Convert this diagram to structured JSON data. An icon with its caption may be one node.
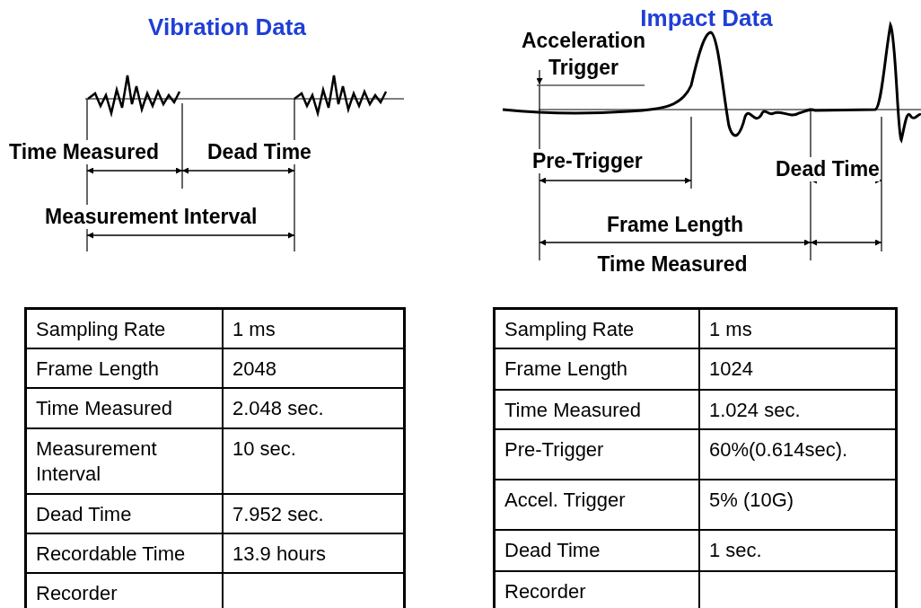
{
  "diagram": {
    "labels": [
      "Vibration Data",
      "Impact Data",
      "Acceleration Trigger",
      "Time Measured",
      "Dead Time",
      "Pre-Trigger",
      "Dead Time",
      "Measurement Interval",
      "Frame Length",
      "Time Measured",
      "Sampling Rate",
      "1 ms",
      "Frame Length",
      "2048",
      "Time Measured",
      "2.048 sec.",
      "Measurement Interval",
      "10 sec.",
      "Dead Time",
      "7.952 sec.",
      "Recordable Time",
      "13.9 hours",
      "Recorder",
      "Sampling Rate",
      "1 ms",
      "Frame Length",
      "1024",
      "Time Measured",
      "1.024 sec.",
      "Pre-Trigger",
      "60%(0.614sec).",
      "Accel. Trigger",
      "5% (10G)",
      "Dead Time",
      "1 sec.",
      "Recorder"
    ]
  }
}
